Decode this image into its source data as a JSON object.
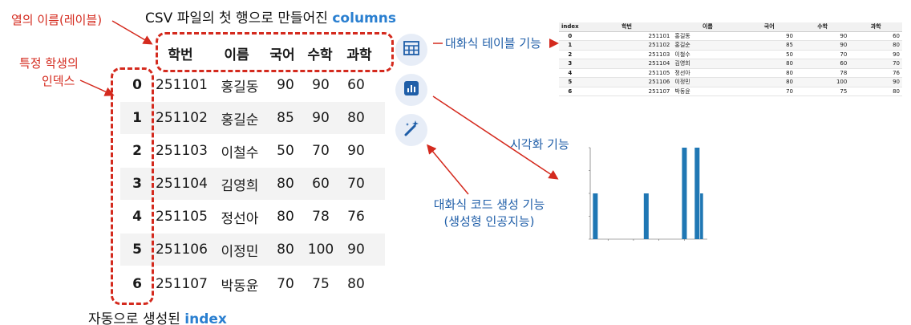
{
  "title_caption": {
    "prefix": "CSV 파일의 첫 행으로 만들어진 ",
    "keyword": "columns"
  },
  "index_caption": {
    "prefix": "자동으로 생성된 ",
    "keyword": "index"
  },
  "annotations": {
    "column_names": "열의 이름(레이블)",
    "row_index_line1": "특정 학생의",
    "row_index_line2": "인덱스",
    "interactive_table": "대화식 테이블 기능",
    "visualization": "시각화 기능",
    "codegen_line1": "대화식 코드 생성 기능",
    "codegen_line2": "(생성형 인공지능)"
  },
  "dataframe": {
    "columns": [
      "학번",
      "이름",
      "국어",
      "수학",
      "과학"
    ],
    "rows": [
      {
        "index": "0",
        "id": "251101",
        "name": "홍길동",
        "kor": "90",
        "math": "90",
        "sci": "60"
      },
      {
        "index": "1",
        "id": "251102",
        "name": "홍길순",
        "kor": "85",
        "math": "90",
        "sci": "80"
      },
      {
        "index": "2",
        "id": "251103",
        "name": "이철수",
        "kor": "50",
        "math": "70",
        "sci": "90"
      },
      {
        "index": "3",
        "id": "251104",
        "name": "김영희",
        "kor": "80",
        "math": "60",
        "sci": "70"
      },
      {
        "index": "4",
        "id": "251105",
        "name": "정선아",
        "kor": "80",
        "math": "78",
        "sci": "76"
      },
      {
        "index": "5",
        "id": "251106",
        "name": "이정민",
        "kor": "80",
        "math": "100",
        "sci": "90"
      },
      {
        "index": "6",
        "id": "251107",
        "name": "박동윤",
        "kor": "70",
        "math": "75",
        "sci": "80"
      }
    ]
  },
  "interactive_table": {
    "index_header": "index"
  },
  "toolbar": {
    "table_icon": "table-icon",
    "chart_icon": "bar-chart-icon",
    "magic_icon": "magic-wand-icon",
    "icon_color": "#1f5ea8",
    "icon_bg": "#e7edf7"
  },
  "colors": {
    "annotation_red": "#d42a1e",
    "annotation_blue": "#1f5ea8",
    "keyword_blue": "#2a7fd0",
    "bar_blue": "#1f77b4"
  },
  "chart_data": {
    "type": "bar",
    "title": "",
    "xlabel": "",
    "ylabel": "",
    "x": [
      50,
      55,
      60,
      65,
      70,
      75,
      80,
      85,
      90
    ],
    "values": [
      1,
      0,
      0,
      0,
      1,
      0,
      0,
      2,
      2
    ],
    "trailing_bar": {
      "x": 91,
      "value": 1
    },
    "ylim": [
      0,
      2.0
    ],
    "grid": false
  }
}
